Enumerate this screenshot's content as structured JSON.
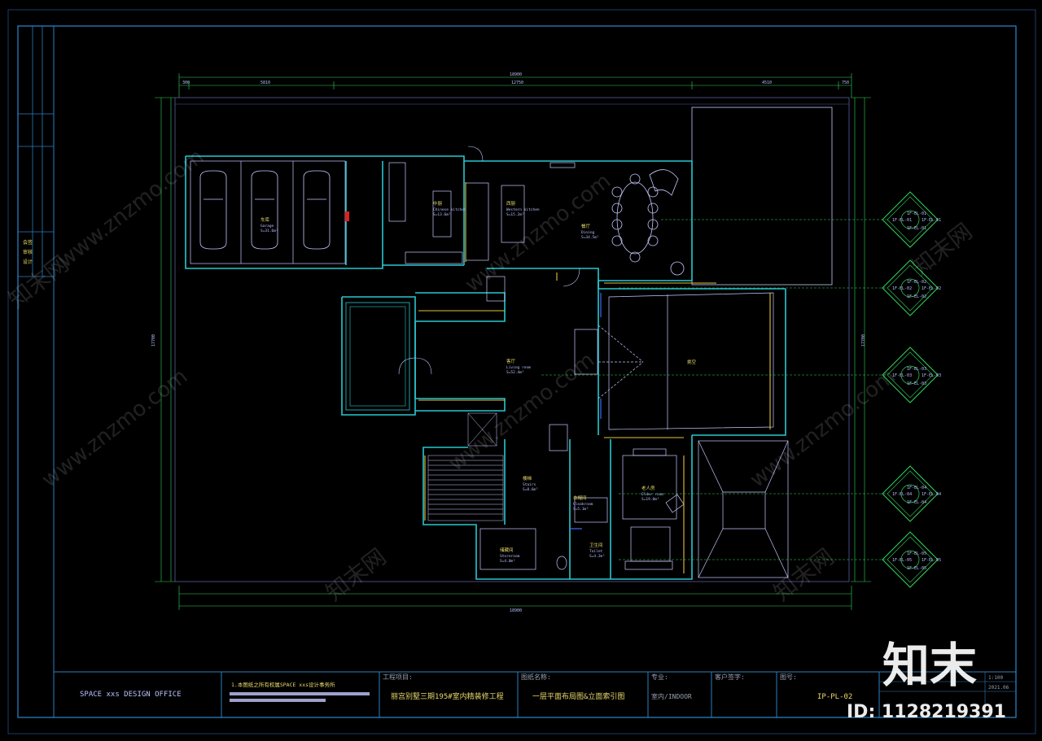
{
  "title_block": {
    "office": "SPACE xxs DESIGN OFFICE",
    "note": "1.本图纸之所有权属SPACE xxs设计事务所",
    "project_label": "工程项目:",
    "project_name": "丽宫别墅三期195#室内精装修工程",
    "drawing_label": "图纸名称:",
    "drawing_name": "一层平面布局图&立面索引图",
    "discipline_label": "专业:",
    "discipline": "室内/INDOOR",
    "client_label": "客户签字:",
    "sheet_label": "图号:",
    "sheet_no": "IP-PL-02",
    "scale": "1:100",
    "date": "2021.06"
  },
  "watermark": {
    "text": "www.znzmo.com",
    "brand": "知末",
    "cn_mark": "知末网",
    "id_label": "ID: 1128219391"
  },
  "rooms": [
    {
      "name": "车库",
      "en": "Garage",
      "area": "S=31.6m²"
    },
    {
      "name": "中厨",
      "en": "Chinese kitchen",
      "area": "S=13.6m²"
    },
    {
      "name": "西厨",
      "en": "Western kitchen",
      "area": "S=15.2m²"
    },
    {
      "name": "餐厅",
      "en": "Dining",
      "area": "S=34.5m²"
    },
    {
      "name": "客厅",
      "en": "Living room",
      "area": "S=52.4m²"
    },
    {
      "name": "挑空",
      "en": "",
      "area": ""
    },
    {
      "name": "楼梯",
      "en": "Stairs",
      "area": "S=8.6m²"
    },
    {
      "name": "老人房",
      "en": "Elder room",
      "area": "S=19.8m²"
    },
    {
      "name": "卫生间",
      "en": "Toilet",
      "area": "S=4.2m²"
    },
    {
      "name": "衣帽间",
      "en": "Cloakroom",
      "area": "S=5.1m²"
    },
    {
      "name": "储藏间",
      "en": "Storeroom",
      "area": "S=4.0m²"
    }
  ],
  "dimensions": {
    "top_total": "18900",
    "top_parts": [
      "300",
      "5810",
      "12750",
      "4510",
      "750"
    ],
    "bottom_total": "18900",
    "left_total": "17700",
    "right_total": "17700"
  },
  "elevation_tags": [
    {
      "label": "1F-EL-01"
    },
    {
      "label": "1F-EL-02"
    },
    {
      "label": "1F-EL-03"
    },
    {
      "label": "1F-EL-04"
    },
    {
      "label": "1F-EL-05"
    }
  ],
  "left_strip": [
    "会签",
    "审核",
    "设计"
  ],
  "colors": {
    "frame": "#2a7fbf",
    "wall": "#28c7d0",
    "furniture": "#c6c8ff",
    "accent": "#e4c23c",
    "tag": "#2fd65a",
    "axis": "#2fd65a"
  }
}
